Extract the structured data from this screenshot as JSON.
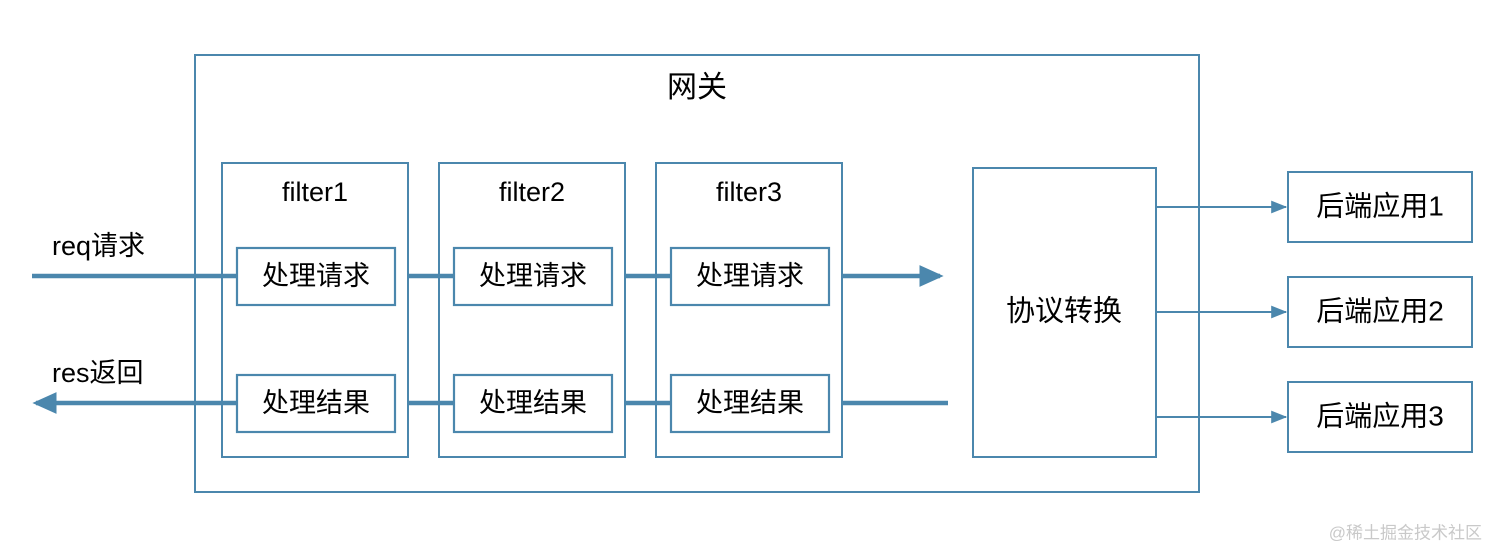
{
  "diagram": {
    "title": "网关",
    "watermark": "@稀土掘金技术社区",
    "colors": {
      "stroke": "#4b87ad",
      "background": "#ffffff",
      "text": "#000000",
      "watermark": "#c9c9c9"
    },
    "flow_labels": {
      "request": "req请求",
      "response": "res返回"
    },
    "filters": [
      {
        "name": "filter1",
        "request_cell": "处理请求",
        "response_cell": "处理结果"
      },
      {
        "name": "filter2",
        "request_cell": "处理请求",
        "response_cell": "处理结果"
      },
      {
        "name": "filter3",
        "request_cell": "处理请求",
        "response_cell": "处理结果"
      }
    ],
    "protocol": {
      "label": "协议转换"
    },
    "backends": [
      {
        "label": "后端应用1"
      },
      {
        "label": "后端应用2"
      },
      {
        "label": "后端应用3"
      }
    ]
  }
}
